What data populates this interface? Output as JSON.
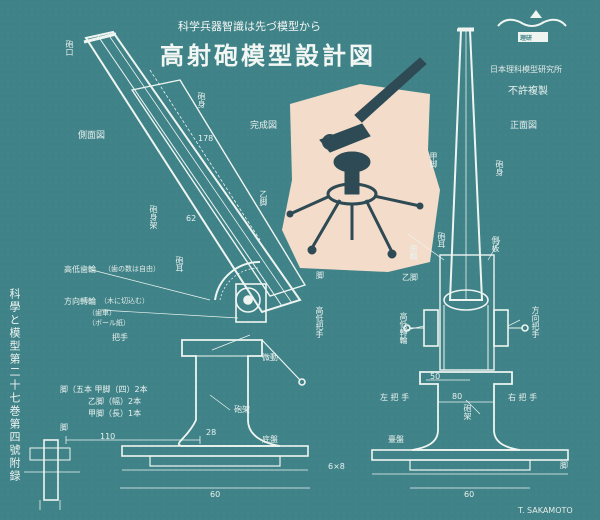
{
  "header": {
    "motto": "科学兵器智識は先づ模型から",
    "title": "高射砲模型設計図",
    "institute": "日本理科模型研究所",
    "license": "不許複製",
    "emblem_text": "理研"
  },
  "side_note": "科學と模型第二十七巻第四號附録",
  "views": {
    "side_view_label": "側面図",
    "front_view_label": "正面図",
    "completed_label": "完成図"
  },
  "labels": {
    "muzzle": "砲口",
    "barrel": "砲身",
    "barrel_frame": "砲身架",
    "elevation_gear": "高低歯輪",
    "elevation_note": "（歯の数は自由）",
    "traverse_gear": "方向轉輪",
    "traverse_note_1": "（木に切込む）",
    "traverse_note_2": "（歯車）",
    "traverse_note_3": "（ボール紙）",
    "trunnion": "砲耳",
    "handle": "把手",
    "gun_mount": "砲架",
    "base_plate": "底盤",
    "leg_label": "脚",
    "leg_dims_1": "脚（五本 甲脚（四）2本",
    "leg_dims_2": "乙脚（幅）2本",
    "leg_dims_3": "甲脚（長）1本",
    "elevation_handle": "高低把手",
    "traverse_handle": "方向把手",
    "side_plate": "側板",
    "elevation_wheel": "高低轉輪",
    "left_handle": "左 把 手",
    "right_handle": "右 把 手",
    "turntable": "砲架",
    "leg_a": "甲脚",
    "leg_b": "乙脚",
    "base": "臺盤",
    "gear_box": "歯輪",
    "fine_adjust": "微動"
  },
  "dimensions": {
    "d1": "178",
    "d2": "62",
    "d3": "110",
    "d4": "60",
    "d5": "28",
    "d6": "50",
    "d7": "80",
    "d8": "60",
    "d9": "6×8"
  },
  "signature": "T. SAKAMOTO",
  "colors": {
    "paper": "#3f8288",
    "ink": "#eef5f1",
    "cut_paper": "#f3dcc9",
    "model_dark": "#2e4a55"
  },
  "icons": [
    "wing-emblem-icon"
  ]
}
